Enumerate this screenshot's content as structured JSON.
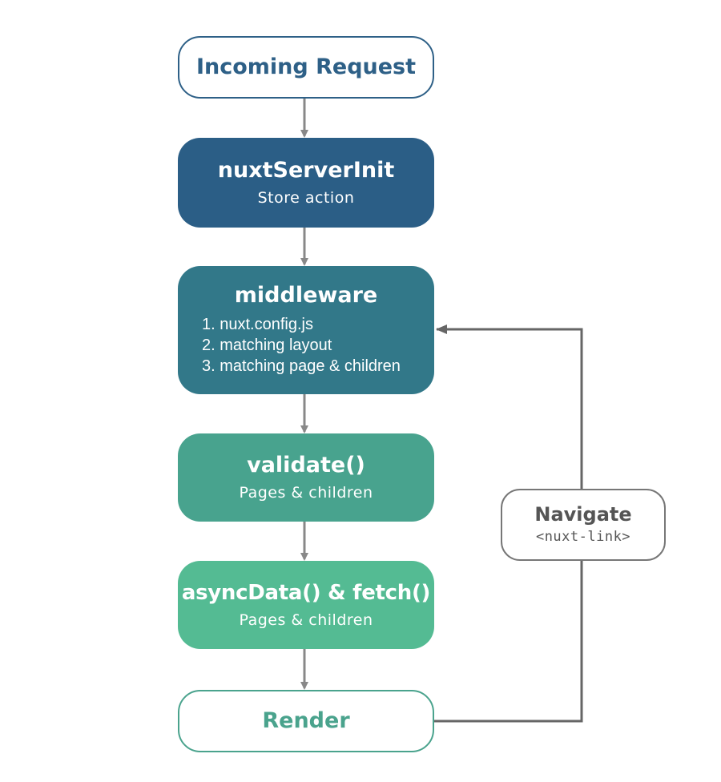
{
  "diagram": {
    "request": {
      "title": "Incoming Request"
    },
    "server_init": {
      "title": "nuxtServerInit",
      "subtitle": "Store action"
    },
    "middleware": {
      "title": "middleware",
      "items": [
        "1. nuxt.config.js",
        "2. matching layout",
        "3. matching page & children"
      ]
    },
    "validate": {
      "title": "validate()",
      "subtitle": "Pages & children"
    },
    "async_data": {
      "title": "asyncData() & fetch()",
      "subtitle": "Pages & children"
    },
    "render": {
      "title": "Render"
    },
    "navigate": {
      "title": "Navigate",
      "subtitle": "<nuxt-link>"
    }
  },
  "colors": {
    "request_border": "#2e6087",
    "server_init": "#2b5e86",
    "middleware": "#327889",
    "validate": "#48a38e",
    "async_data": "#54bb93",
    "render_border": "#4aa38d",
    "navigate_border": "#777777",
    "connector": "#888888"
  }
}
